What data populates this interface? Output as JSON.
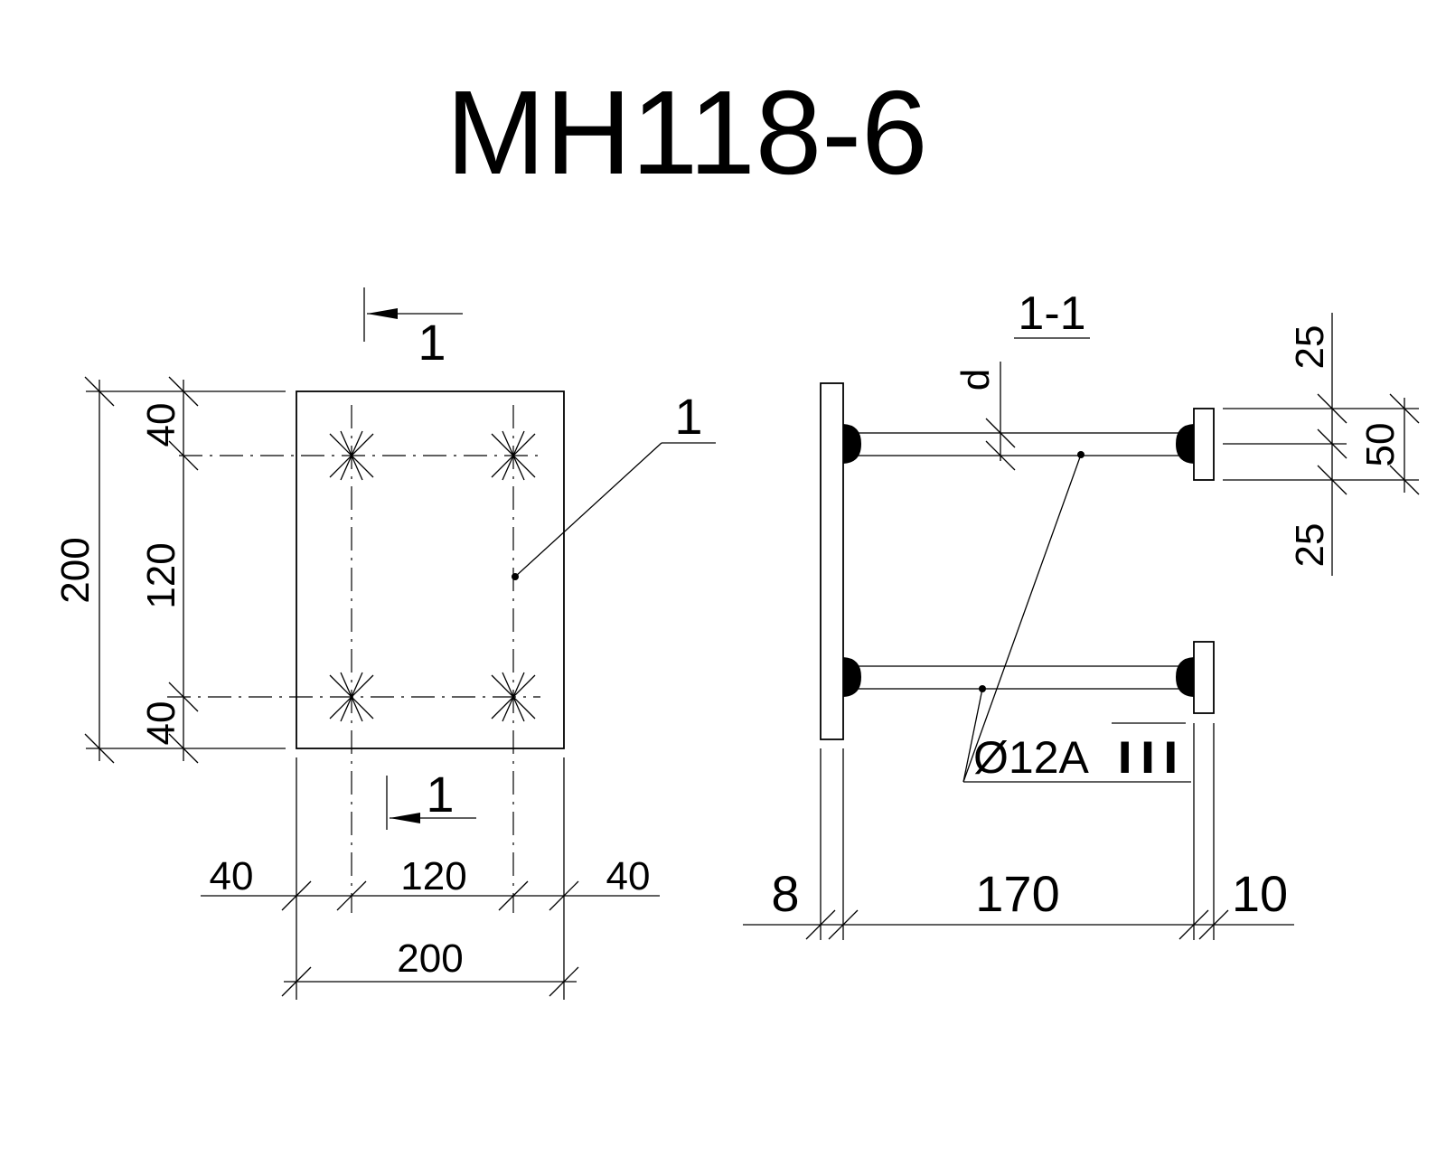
{
  "title": "MH118-6",
  "plan_view": {
    "section_marker_top": "1",
    "section_marker_bottom": "1",
    "callout_label": "1",
    "dim_left_overall": "200",
    "dim_left_top": "40",
    "dim_left_middle": "120",
    "dim_left_bottom": "40",
    "dim_bottom_left": "40",
    "dim_bottom_middle": "120",
    "dim_bottom_right": "40",
    "dim_bottom_overall": "200"
  },
  "section_view": {
    "title": "1-1",
    "dim_d": "d",
    "rebar_label_prefix": "Ø12A",
    "rebar_label_class": "III",
    "dim_plate_thickness": "8",
    "dim_bar_length": "170",
    "dim_end_plate": "10",
    "dim_right_top": "25",
    "dim_right_middle": "50",
    "dim_right_bottom": "25"
  }
}
